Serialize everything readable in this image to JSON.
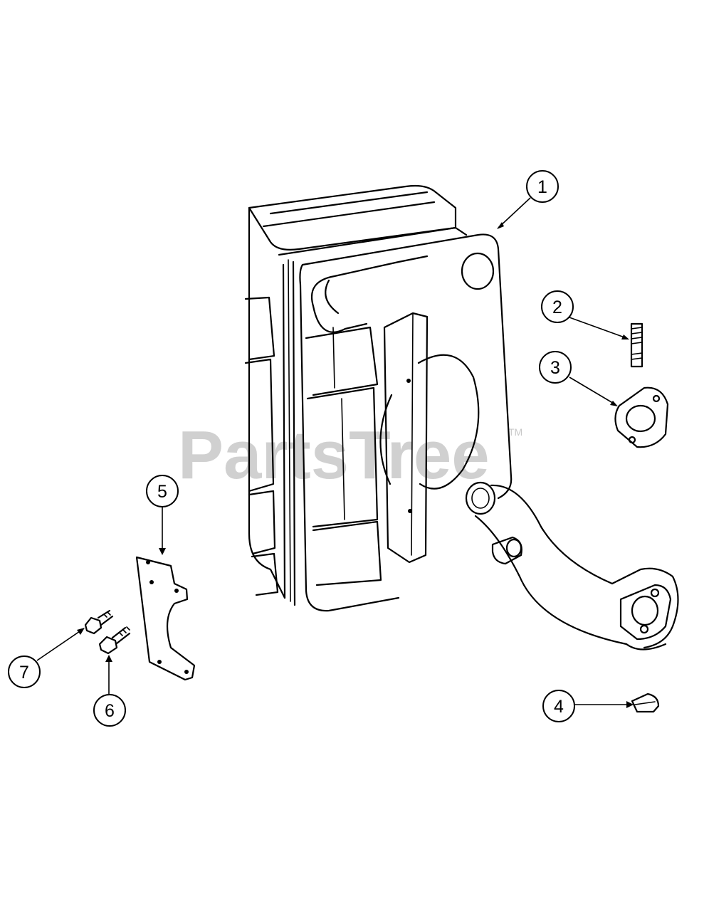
{
  "watermark": {
    "text": "PartsTree",
    "trademark": "TM"
  },
  "callouts": [
    "1",
    "2",
    "3",
    "4",
    "5",
    "6",
    "7"
  ]
}
